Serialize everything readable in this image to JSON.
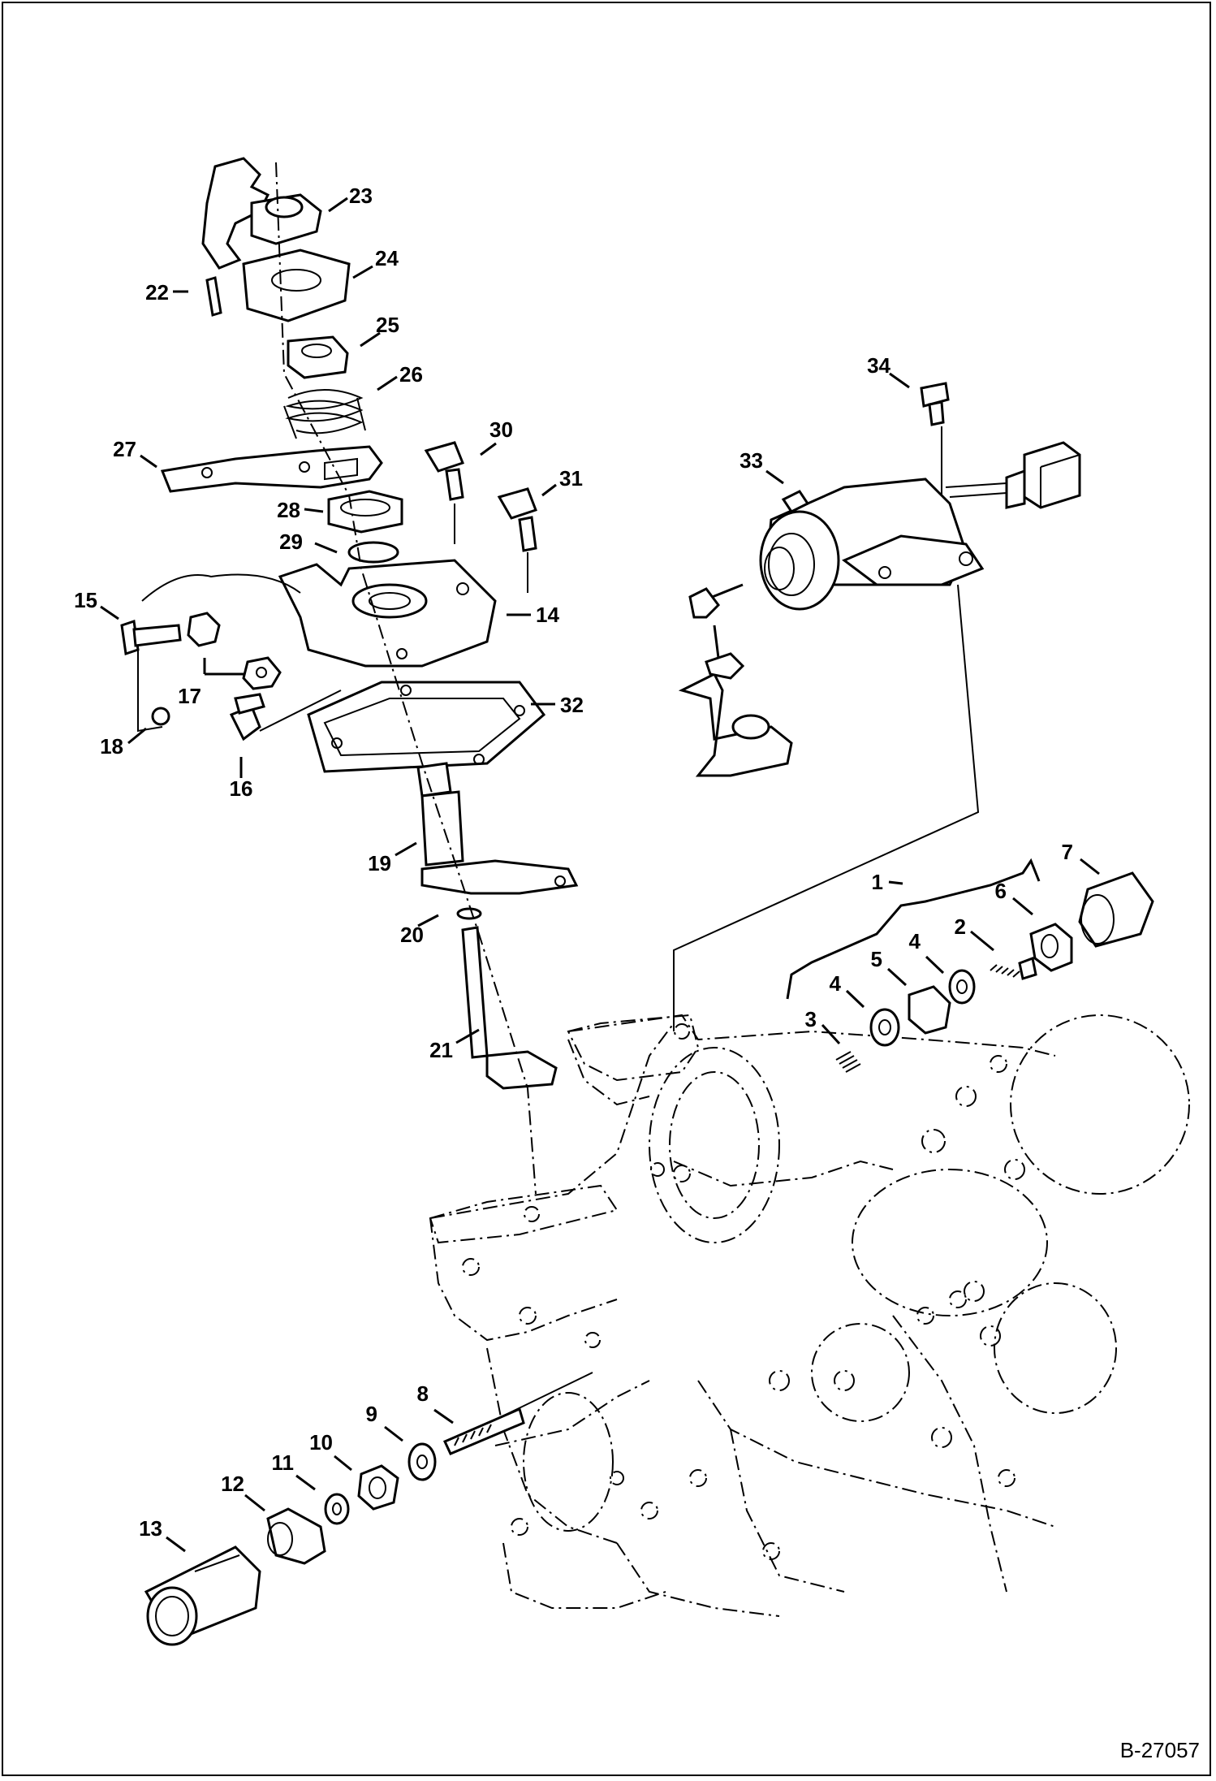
{
  "drawing": {
    "reference": "B-27057",
    "callouts": [
      "1",
      "2",
      "3",
      "4",
      "4",
      "5",
      "6",
      "7",
      "8",
      "9",
      "10",
      "11",
      "12",
      "13",
      "14",
      "15",
      "16",
      "17",
      "18",
      "19",
      "20",
      "21",
      "22",
      "23",
      "24",
      "25",
      "26",
      "27",
      "28",
      "29",
      "30",
      "31",
      "32",
      "33",
      "34"
    ]
  }
}
